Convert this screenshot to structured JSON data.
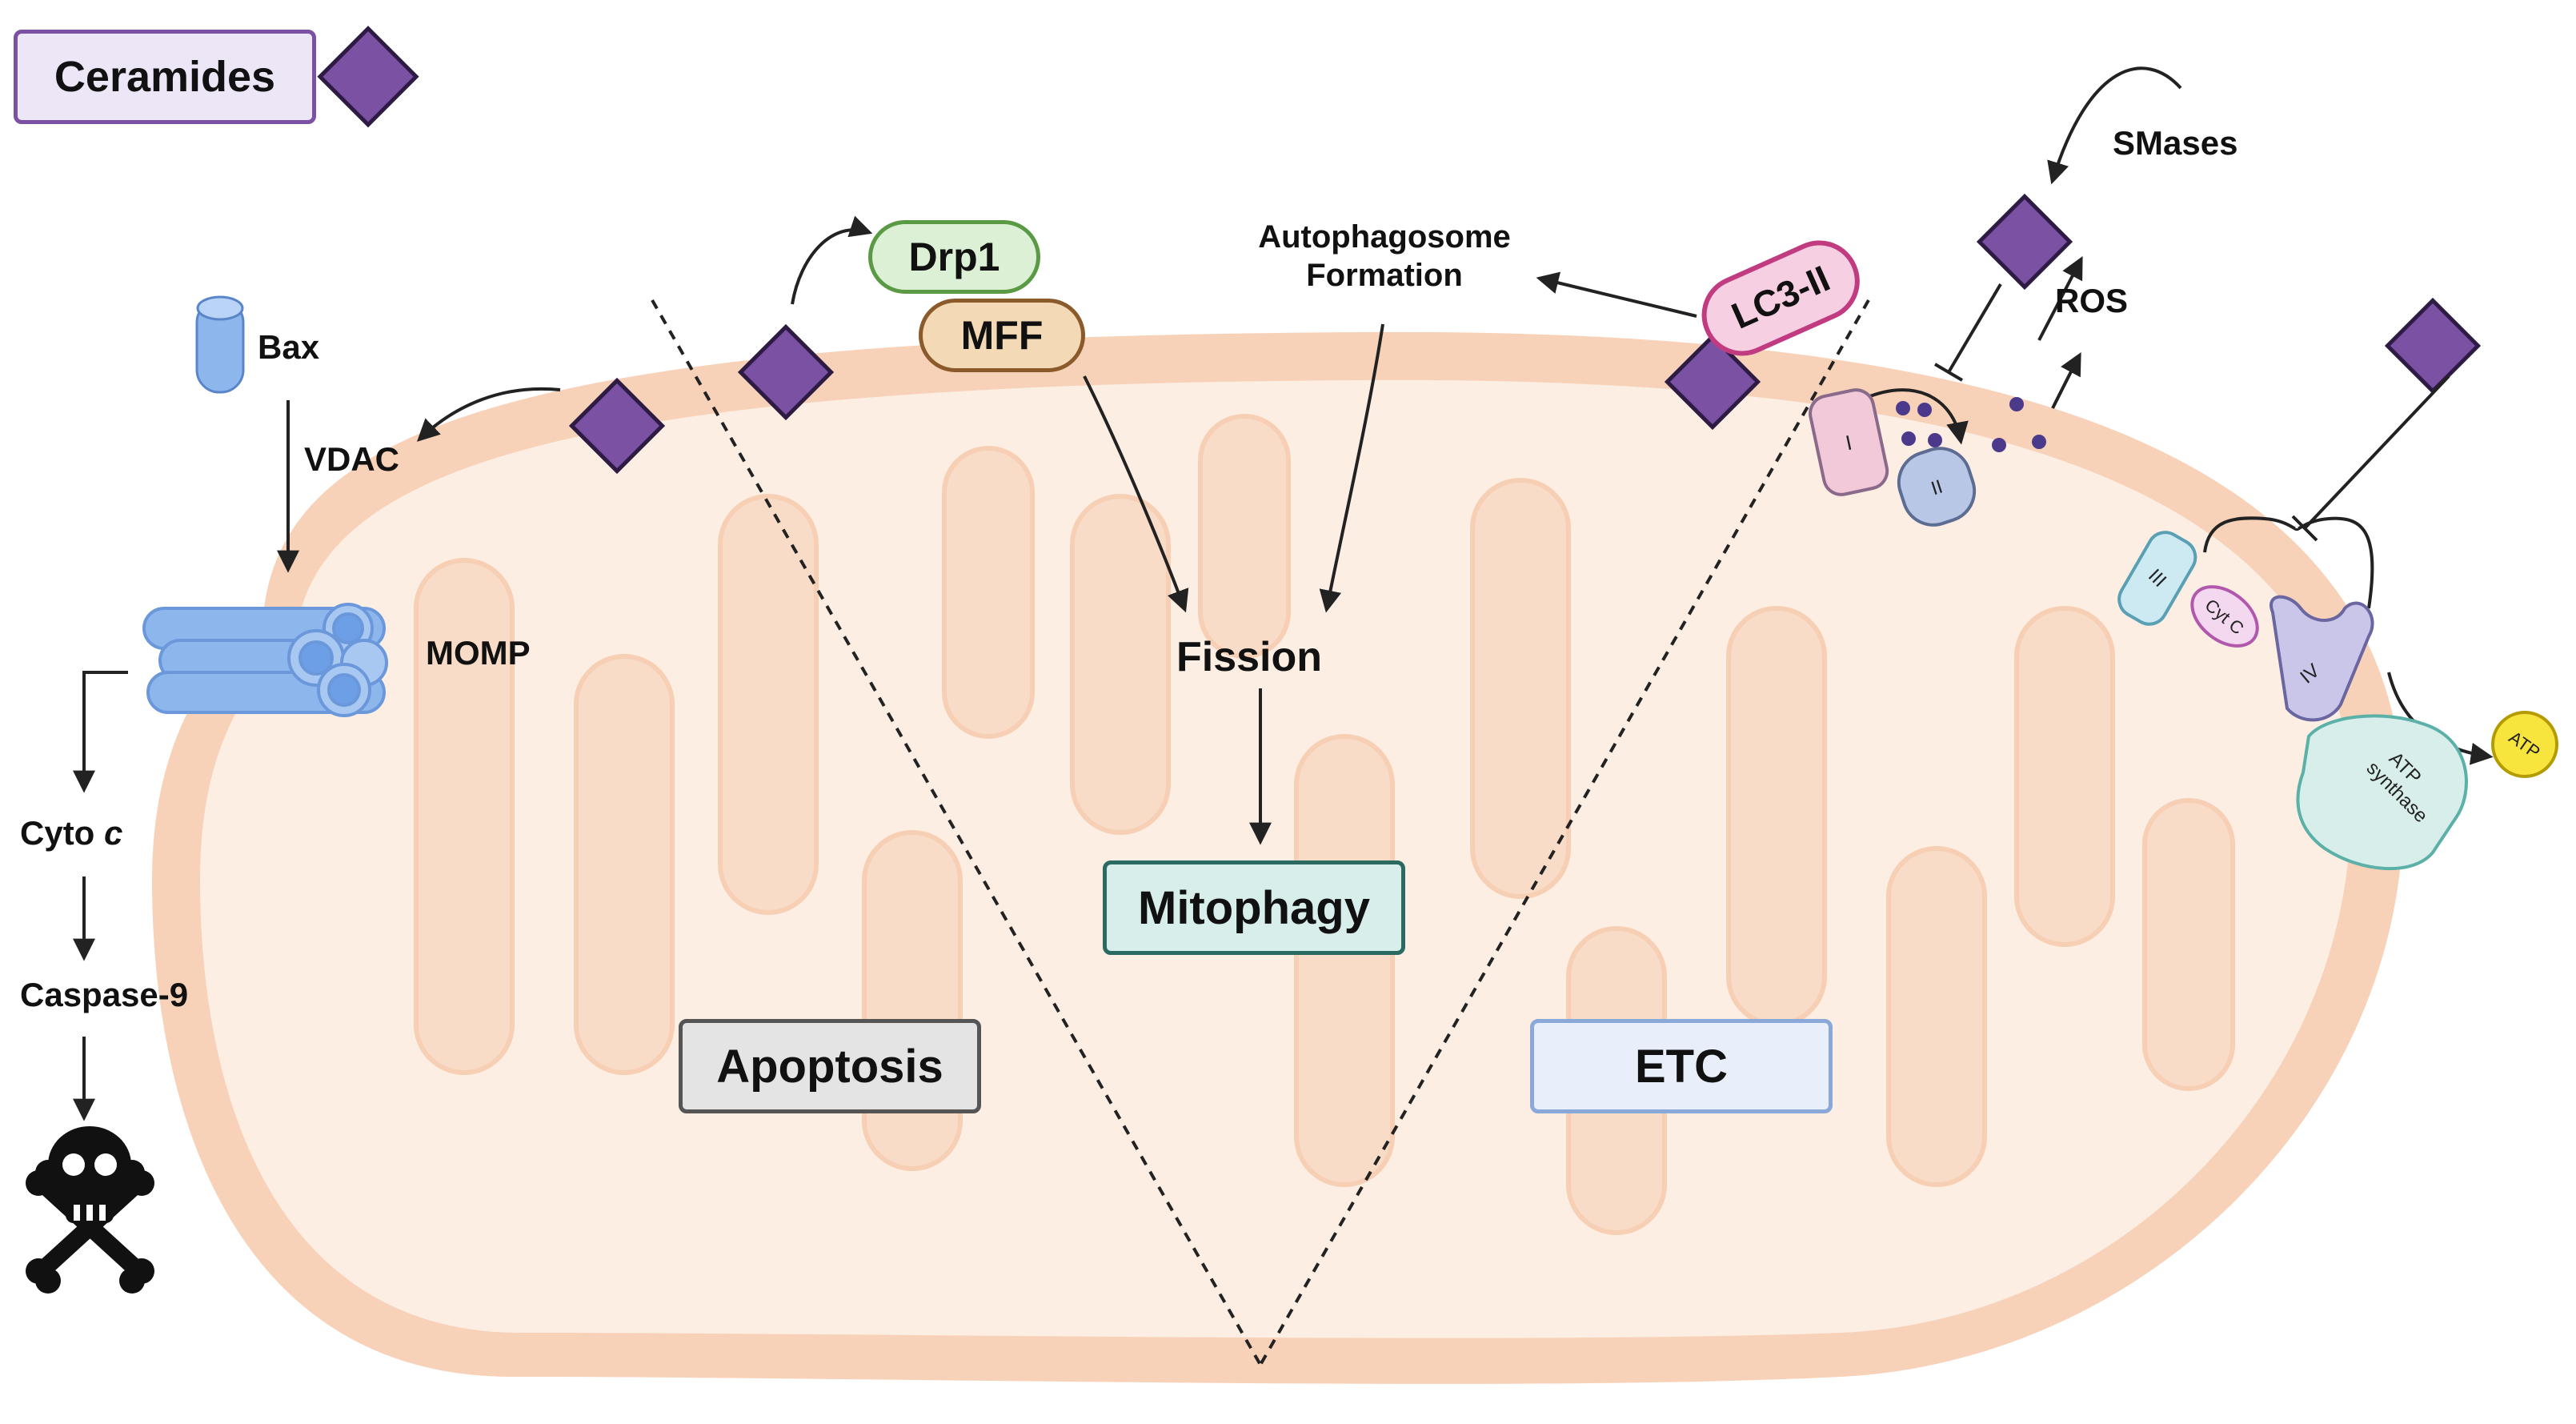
{
  "legend": {
    "label": "Ceramides"
  },
  "apoptosis": {
    "bax": "Bax",
    "vdac": "VDAC",
    "momp": "MOMP",
    "cyto_prefix": "Cyto ",
    "cyto_italic": "c",
    "caspase": "Caspase-9",
    "death_icon": "skull-crossbones-icon",
    "section_label": "Apoptosis"
  },
  "mitophagy": {
    "drp1": "Drp1",
    "mff": "MFF",
    "autophagosome_line1": "Autophagosome",
    "autophagosome_line2": "Formation",
    "lc3": "LC3-II",
    "fission": "Fission",
    "section_label": "Mitophagy"
  },
  "etc": {
    "smases": "SMases",
    "ros": "ROS",
    "complex_1": "I",
    "complex_2": "II",
    "complex_3": "III",
    "cyt_c": "Cyt C",
    "complex_4": "IV",
    "atp_synthase_line1": "ATP",
    "atp_synthase_line2": "synthase",
    "atp": "ATP",
    "section_label": "ETC"
  },
  "colors": {
    "ceramide": "#7b52a3",
    "membrane": "#f8d2b8",
    "matrix": "#fdeee4",
    "apoptosis_box": "#e4e4e4",
    "mitophagy_box": "#d7eeea",
    "etc_box": "#e8effa",
    "bax_blue": "#8db6ec",
    "drp1_green": "#dcf0d5",
    "mff_tan": "#f3d9b5",
    "lc3_pink": "#f7cfe2",
    "atp_yellow": "#f7e53d"
  }
}
